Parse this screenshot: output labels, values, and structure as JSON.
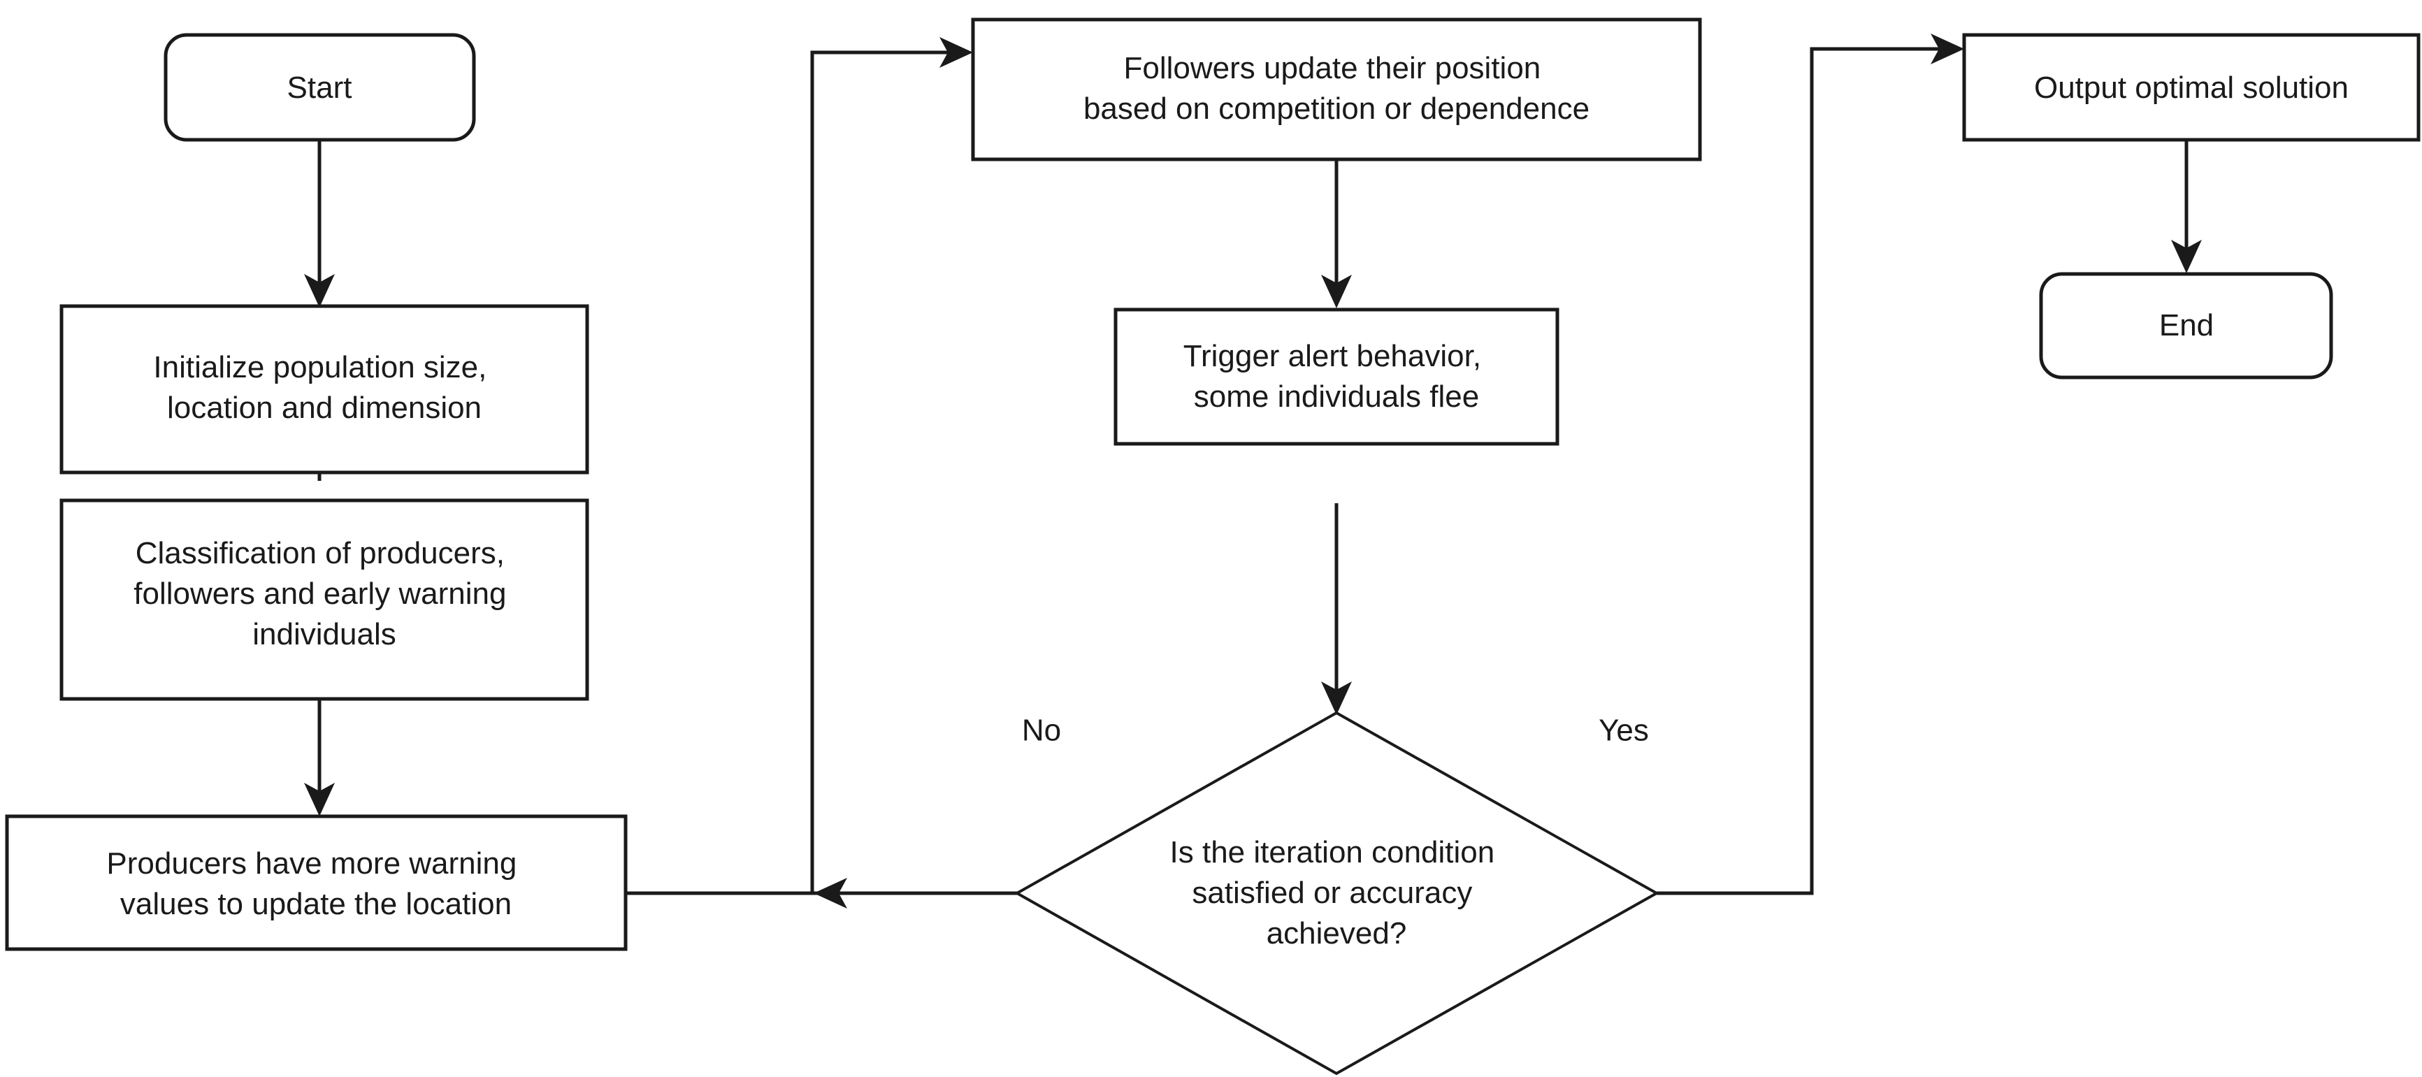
{
  "diagram": {
    "type": "flowchart",
    "title": "",
    "background_color": "#ffffff",
    "line_color": "#1a1a1a",
    "text_color": "#1a1a1a",
    "nodes": [
      {
        "id": "start",
        "shape": "rounded-rectangle",
        "lines": [
          "Start"
        ],
        "text": "Start"
      },
      {
        "id": "initialize",
        "shape": "rectangle",
        "lines": [
          "Initialize population size,",
          "location and dimension"
        ],
        "text": "Initialize population size, location and dimension"
      },
      {
        "id": "classification",
        "shape": "rectangle",
        "lines": [
          "Classification of producers,",
          "followers and early warning",
          "individuals"
        ],
        "text": "Classification of producers, followers and early warning individuals"
      },
      {
        "id": "producers",
        "shape": "rectangle",
        "lines": [
          "Producers have more warning",
          "values to update the location"
        ],
        "text": "Producers have more warning values to update the location"
      },
      {
        "id": "followers",
        "shape": "rectangle",
        "lines": [
          "Followers update their position",
          "based on competition or dependence"
        ],
        "text": "Followers update their position based on competition or dependence"
      },
      {
        "id": "trigger",
        "shape": "rectangle",
        "lines": [
          "Trigger alert behavior,",
          "some individuals flee"
        ],
        "text": "Trigger alert behavior, some individuals flee"
      },
      {
        "id": "decision",
        "shape": "diamond",
        "lines": [
          "Is the iteration condition",
          "satisfied or accuracy",
          "achieved?"
        ],
        "text": "Is the iteration condition satisfied or accuracy achieved?"
      },
      {
        "id": "output",
        "shape": "rectangle",
        "lines": [
          "Output optimal solution"
        ],
        "text": "Output optimal solution"
      },
      {
        "id": "end",
        "shape": "rounded-rectangle",
        "lines": [
          "End"
        ],
        "text": "End"
      }
    ],
    "edges": [
      {
        "id": "e1",
        "from": "start",
        "to": "initialize",
        "label": ""
      },
      {
        "id": "e2",
        "from": "initialize",
        "to": "classification",
        "label": ""
      },
      {
        "id": "e3",
        "from": "classification",
        "to": "producers",
        "label": ""
      },
      {
        "id": "e4",
        "from": "producers",
        "to": "followers",
        "label": ""
      },
      {
        "id": "e5",
        "from": "followers",
        "to": "trigger",
        "label": ""
      },
      {
        "id": "e6",
        "from": "trigger",
        "to": "decision",
        "label": ""
      },
      {
        "id": "e7",
        "from": "decision",
        "to": "followers",
        "label": "No"
      },
      {
        "id": "e8",
        "from": "decision",
        "to": "output",
        "label": "Yes"
      },
      {
        "id": "e9",
        "from": "output",
        "to": "end",
        "label": ""
      }
    ],
    "edge_labels": {
      "no": "No",
      "yes": "Yes"
    }
  }
}
